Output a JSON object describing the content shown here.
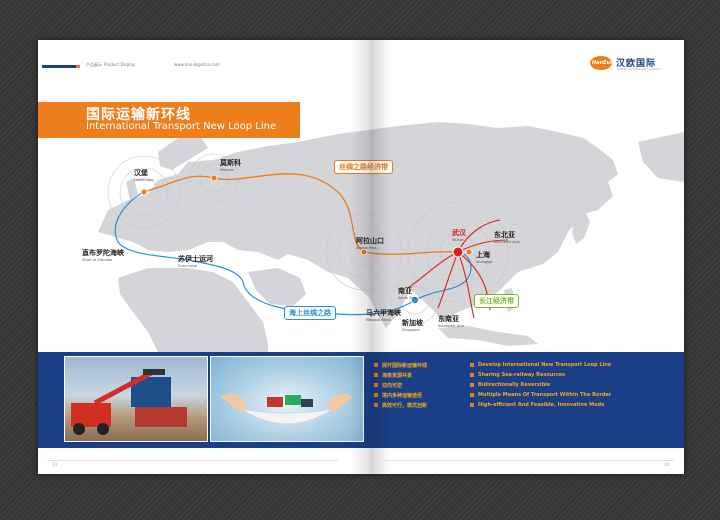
{
  "header": {
    "section_cn": "产品展示",
    "section_en": "Product Display",
    "website": "www.han-logistics.com"
  },
  "logo": {
    "badge": "HanEur",
    "name_cn": "汉欧国际",
    "name_en": "Wuhan Asia-Europe Logistics"
  },
  "title": {
    "cn": "国际运输新环线",
    "en": "International Transport New Loop Line"
  },
  "map": {
    "cities": [
      {
        "id": "hamburg",
        "cn": "汉堡",
        "en": "Hamburger"
      },
      {
        "id": "moscow",
        "cn": "莫斯科",
        "en": "Moscow"
      },
      {
        "id": "alataw",
        "cn": "阿拉山口",
        "en": "Alataw Pass"
      },
      {
        "id": "wuhan",
        "cn": "武汉",
        "en": "Wuhan"
      },
      {
        "id": "shanghai",
        "cn": "上海",
        "en": "Shanghai"
      },
      {
        "id": "northeast",
        "cn": "东北亚",
        "en": "Northeast Asia"
      },
      {
        "id": "southasia",
        "cn": "南亚",
        "en": "South Asia"
      },
      {
        "id": "seasia",
        "cn": "东南亚",
        "en": "Southeast Asia"
      },
      {
        "id": "singapore",
        "cn": "新加坡",
        "en": "Singapore"
      },
      {
        "id": "malacca",
        "cn": "马六甲海峡",
        "en": "Malacca Strait"
      },
      {
        "id": "suez",
        "cn": "苏伊士运河",
        "en": "Suez canal"
      },
      {
        "id": "gibraltar",
        "cn": "直布罗陀海峡",
        "en": "Strait of Gibraltar"
      }
    ],
    "tags": {
      "silk_road_belt": "丝绸之路经济带",
      "maritime_silk_road": "海上丝绸之路",
      "yangtze_belt": "长江经济带"
    }
  },
  "bullets_cn": [
    "展开国际新运输环线",
    "海铁资源共享",
    "双向可逆",
    "境内多种运输途径",
    "高效可行，模式创新"
  ],
  "bullets_en": [
    "Develop International New Transport Loop Line",
    "Sharing Sea-railway Resources",
    "Bidirectionally Reversible",
    "Multiple Means Of Transport Within The Border",
    "High-efficient And Feasible, Innovative Mode"
  ],
  "pages": {
    "left": "13",
    "right": "14"
  },
  "colors": {
    "orange": "#ee7d1b",
    "navy": "#1b3f86",
    "sea_route": "#2a8fd6",
    "green": "#7ab72a",
    "red": "#d9221c"
  }
}
